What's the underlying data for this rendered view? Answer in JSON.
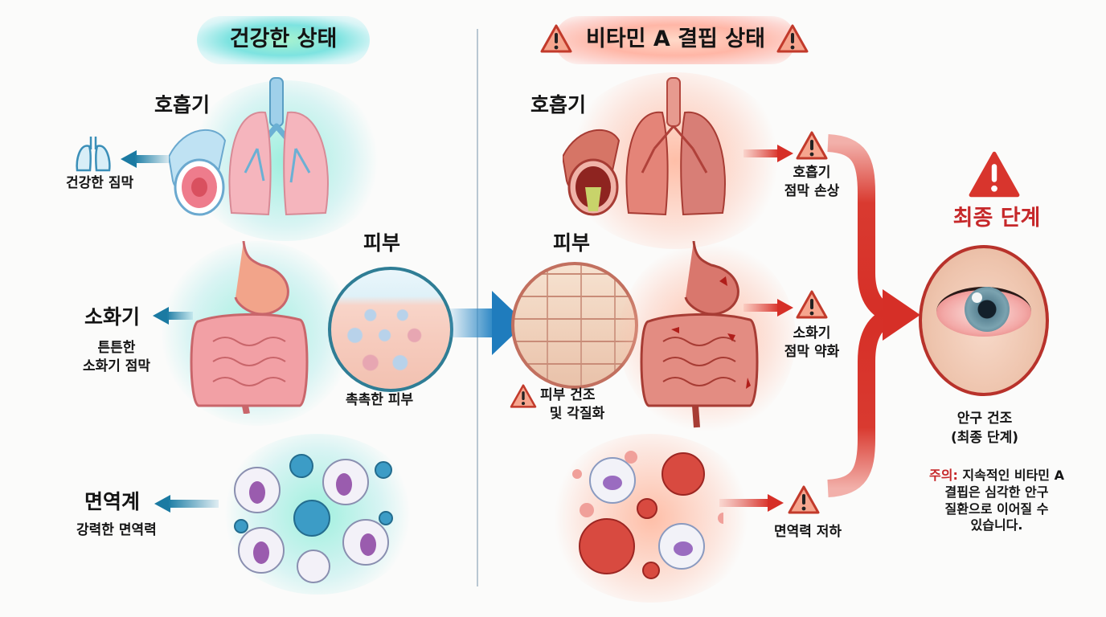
{
  "healthy": {
    "title": "건강한 상태",
    "respiratory": {
      "label": "호흡기",
      "caption": "건강한 짐막",
      "icon": "lungs-icon"
    },
    "digestive": {
      "label": "소화기",
      "caption_line1": "튼튼한",
      "caption_line2": "소화기 점막"
    },
    "skin": {
      "label": "피부",
      "caption": "촉촉한 피부"
    },
    "immune": {
      "label": "면역계",
      "caption": "강력한 면역력"
    }
  },
  "deficient": {
    "title": "비타민 A 결핍 상태",
    "respiratory": {
      "label": "호흡기",
      "result_line1": "호흡기",
      "result_line2": "점막 손상"
    },
    "skin": {
      "label": "피부",
      "caption_line1": "피부 건조",
      "caption_line2": "및 각질화"
    },
    "digestive": {
      "result_line1": "소화기",
      "result_line2": "점막 약화"
    },
    "immune": {
      "result": "면역력 저하"
    }
  },
  "final": {
    "title": "최종 단계",
    "caption_line1": "안구 건조",
    "caption_line2": "(최종 단계)",
    "caution_label": "주의:",
    "caution_line1": "지속적인 비타민 A",
    "caution_line2": "결핍은 심각한 안구",
    "caution_line3": "질환으로 이어질 수",
    "caution_line4": "있습니다."
  },
  "colors": {
    "healthy_accent": "#1f7cbd",
    "deficient_accent": "#d62f27",
    "warning_fill": "#f6a58e",
    "caution_text": "#c6282a"
  }
}
